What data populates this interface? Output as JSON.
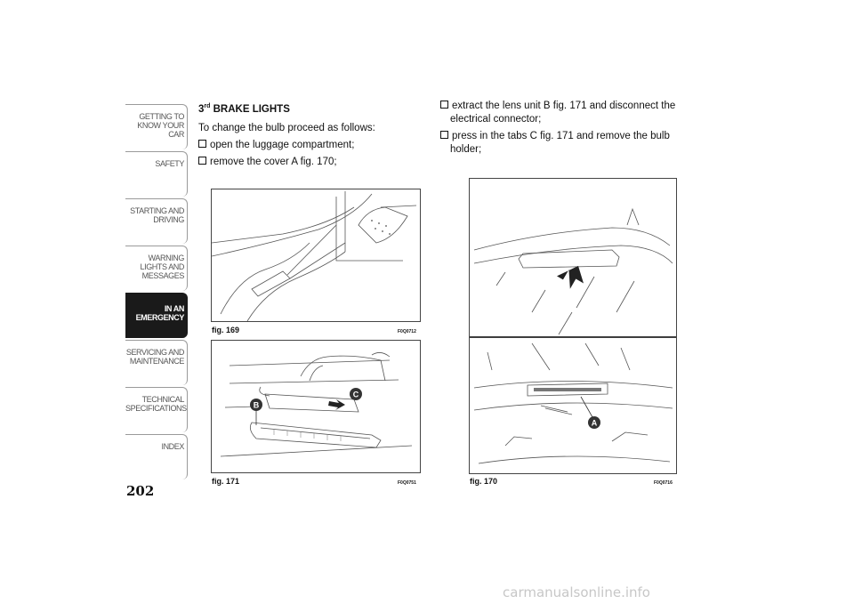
{
  "sidebar": {
    "tabs": [
      {
        "label": "GETTING TO KNOW YOUR CAR",
        "active": false
      },
      {
        "label": "SAFETY",
        "active": false
      },
      {
        "label": "STARTING AND DRIVING",
        "active": false
      },
      {
        "label": "WARNING LIGHTS AND MESSAGES",
        "active": false
      },
      {
        "label": "IN AN EMERGENCY",
        "active": true
      },
      {
        "label": "SERVICING AND MAINTENANCE",
        "active": false
      },
      {
        "label": "TECHNICAL SPECIFICATIONS",
        "active": false
      },
      {
        "label": "INDEX",
        "active": false
      }
    ]
  },
  "page_number": "202",
  "section": {
    "prefix": "3",
    "sup": "rd",
    "title": "BRAKE LIGHTS"
  },
  "intro": "To change the bulb proceed as follows:",
  "steps_left": [
    "open the luggage compartment;",
    "remove the cover A fig. 170;"
  ],
  "steps_right": [
    "extract the lens unit B fig. 171 and disconnect the electrical connector;",
    "press in the tabs C fig. 171 and remove the bulb holder;"
  ],
  "figures": {
    "fig169": {
      "caption": "fig. 169",
      "code": "F0Q0712"
    },
    "fig171": {
      "caption": "fig. 171",
      "code": "F0Q0751",
      "labels": {
        "b": "B",
        "c": "C"
      }
    },
    "fig170": {
      "caption": "fig. 170",
      "code": "F0Q0716",
      "labels": {
        "a": "A"
      }
    }
  },
  "footer": "carmanualsonline.info"
}
